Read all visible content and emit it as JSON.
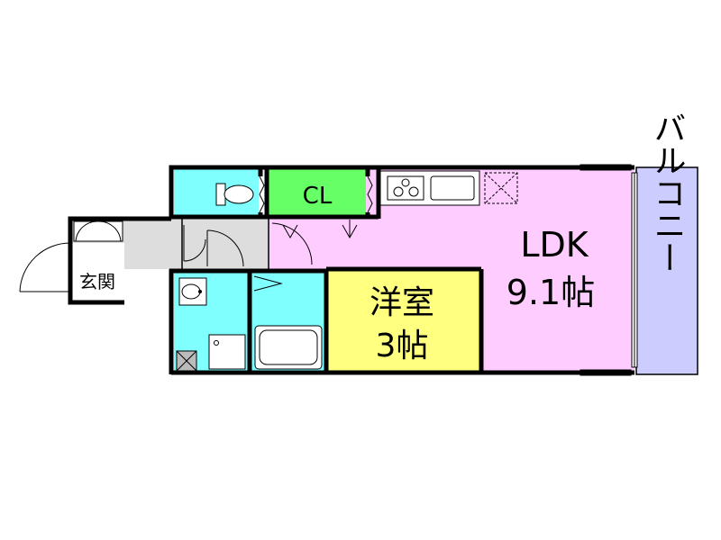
{
  "rooms": {
    "ldk": {
      "name": "LDK",
      "size": "9.1帖"
    },
    "western": {
      "name": "洋室",
      "size": "3帖"
    },
    "closet": {
      "name": "CL"
    },
    "entrance": {
      "name": "玄関"
    },
    "balcony": {
      "name": "バルコニー"
    }
  },
  "colors": {
    "ldk": "#ffccff",
    "western": "#ffff80",
    "closet": "#66ff66",
    "wet": "#80ffff",
    "hall": "#dddddd",
    "balcony": "#ccccff",
    "wall": "#000000"
  }
}
